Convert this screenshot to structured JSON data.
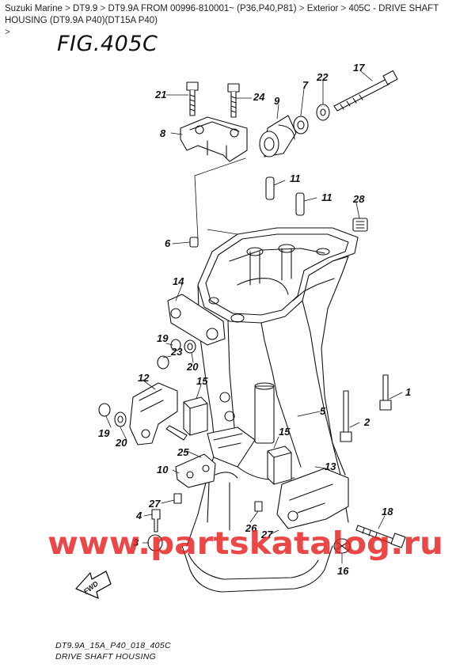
{
  "breadcrumb": {
    "items": [
      "Suzuki Marine",
      "DT9.9",
      "DT9.9A FROM 00996-810001~ (P36,P40,P81)",
      "Exterior",
      "405C - DRIVE SHAFT HOUSING (DT9.9A P40)(DT15A P40)"
    ],
    "separator": ">",
    "trailing": ">"
  },
  "figure": {
    "title_prefix": "FIG.",
    "title_number": "405C",
    "drawing_code": "DT9.9A_15A_P40_018_405C",
    "drawing_caption": "DRIVE SHAFT HOUSING",
    "direction_label": "FWD"
  },
  "watermark": "www.partskatalog.ru",
  "callouts": {
    "c1": "1",
    "c2": "2",
    "c3": "3",
    "c4": "4",
    "c5": "5",
    "c6": "6",
    "c7": "7",
    "c8": "8",
    "c9": "9",
    "c10": "10",
    "c11a": "11",
    "c11b": "11",
    "c12": "12",
    "c13": "13",
    "c14": "14",
    "c15a": "15",
    "c15b": "15",
    "c16": "16",
    "c17": "17",
    "c18": "18",
    "c19a": "19",
    "c19b": "19",
    "c20a": "20",
    "c20b": "20",
    "c21": "21",
    "c22": "22",
    "c23": "23",
    "c24": "24",
    "c25": "25",
    "c26": "26",
    "c27a": "27",
    "c27b": "27",
    "c28": "28"
  }
}
